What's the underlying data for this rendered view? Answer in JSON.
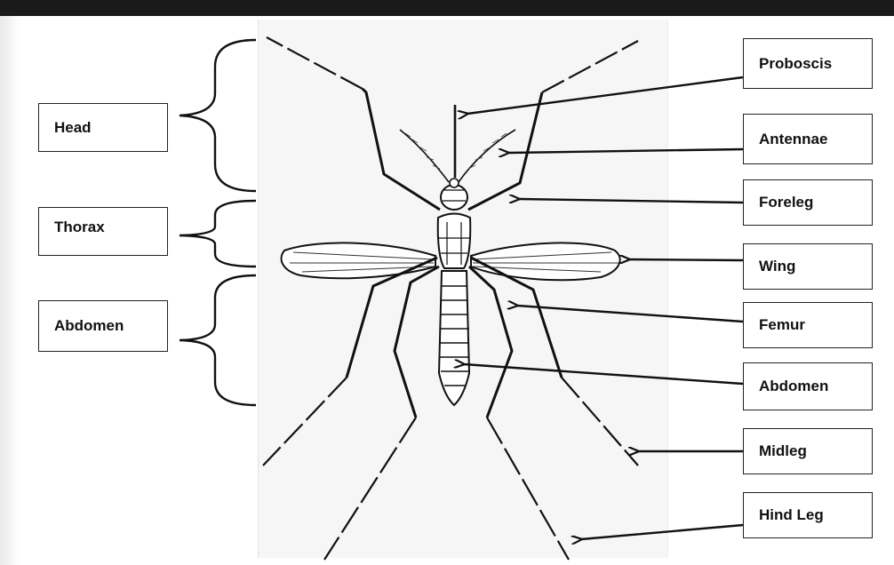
{
  "left_labels": {
    "head": "Head",
    "thorax": "Thorax",
    "abdomen": "Abdomen"
  },
  "right_labels": {
    "proboscis": "Proboscis",
    "antennae": "Antennae",
    "foreleg": "Foreleg",
    "wing": "Wing",
    "femur": "Femur",
    "abdomen": "Abdomen",
    "midleg": "Midleg",
    "hind_leg": "Hind Leg"
  },
  "colors": {
    "ink": "#111111",
    "box_border": "#222222",
    "paper": "#f6f6f6"
  }
}
